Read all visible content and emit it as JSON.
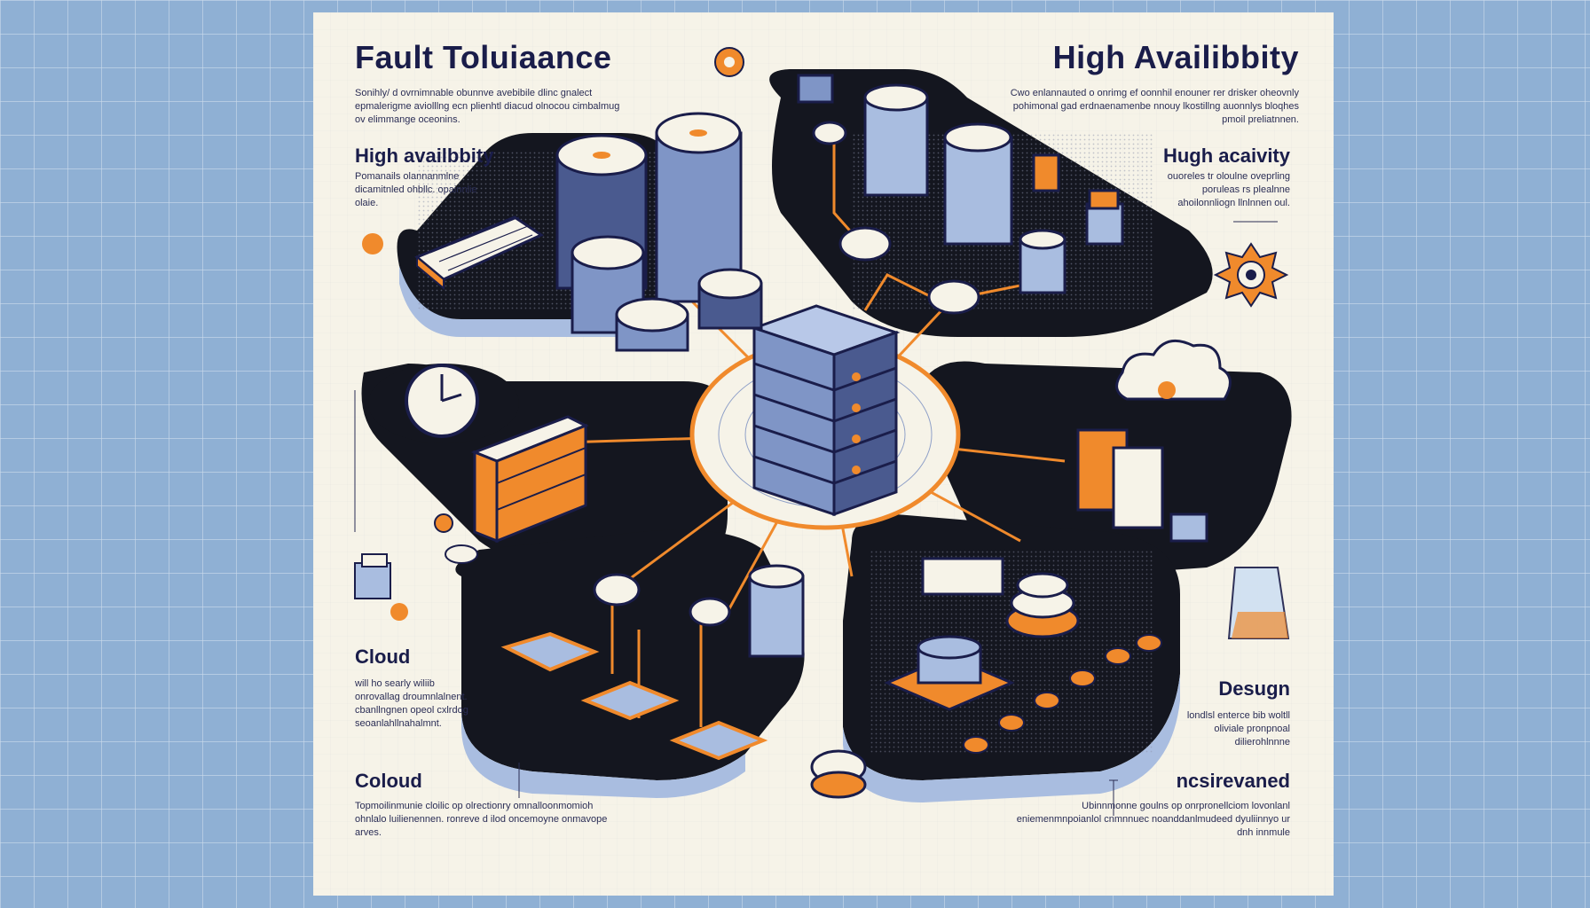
{
  "colors": {
    "background": "#8fb0d4",
    "panel": "#f6f3e8",
    "ink": "#1a1d4a",
    "accent": "#f08a2c",
    "platform": "#14161f",
    "device_blue": "#a9bde0"
  },
  "headings": {
    "top_left": "Fault Toluiaance",
    "top_right": "High Availibbity"
  },
  "labels": {
    "left_1": "High availbbity",
    "right_1": "Hugh acaivity",
    "left_2": "Cloud",
    "left_3": "Coloud",
    "right_2": "Desugn",
    "right_3": "ncsirevaned"
  },
  "paragraphs": {
    "top_left": "Sonihly/ d ovrnimnable obunnve avebibile dlinc gnalect epmalerigme aviolllng ecn plienhtl diacud olnocou cimbalmug ov elimmange oceonins.",
    "top_right": "Cwo enlannauted o onrimg ef oonnhil enouner rer drisker oheovnly pohimonal gad erdnaenamenbe nnouy lkostillng auonnlys bloqhes pmoil preliatnnen.",
    "left_1": "Pomanails olannanmlne dicamitnled ohbllc. opainnlie olaie.",
    "right_1": "ouoreles tr oloulne oveprling poruleas rs plealnne ahoilonnliogn llnlnnen oul.",
    "left_2": "will ho searly wiliib onrovallag droumnlalnent. cbanllngnen opeol cxlrdog seoanlahllnahalmnt.",
    "right_2": "londlsl enterce bib woltll oliviale pronpnoal dilierohlnnne",
    "left_3": "Topmoilinmunie cloilic op olrectionry omnalloonmomioh ohnlalo luilienennen. ronreve d ilod oncemoyne onmavope arves.",
    "right_3": "Ubinnmonne goulns op onrpronellciom lovonlanl eniemenmnpoianlol cnmnnuec noanddanlmudeed dyuliinnyo ur dnh innmule"
  },
  "icons": [
    "orange-badge-icon",
    "sun-gear-icon",
    "clock-icon",
    "cloud-icon",
    "keyboard-icon",
    "server-rack-icon",
    "database-cylinder-icon",
    "network-node-icon",
    "orange-target-icon",
    "storage-box-icon",
    "glass-container-icon"
  ]
}
